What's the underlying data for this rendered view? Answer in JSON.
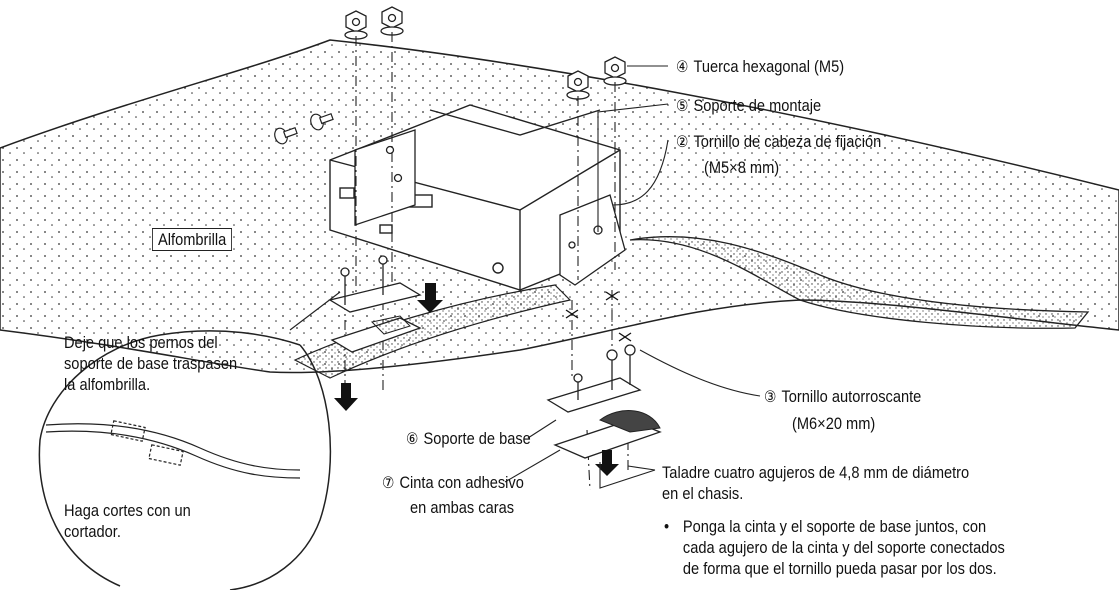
{
  "labels": {
    "carpet": "Alfombrilla",
    "hex_nut": {
      "num": "④",
      "text": "Tuerca hexagonal (M5)"
    },
    "mounting_bracket": {
      "num": "⑤",
      "text": "Soporte de montaje"
    },
    "flange_screw": {
      "num": "②",
      "text": "Tornillo de cabeza de fijación",
      "spec": "(M5×8 mm)"
    },
    "tapping_screw": {
      "num": "③",
      "text": "Tornillo autorroscante",
      "spec": "(M6×20 mm)"
    },
    "base_bracket": {
      "num": "⑥",
      "text": "Soporte de base"
    },
    "tape": {
      "num": "⑦",
      "text": "Cinta con adhesivo",
      "text2": "en ambas caras"
    }
  },
  "callout": {
    "lines": [
      "Deje que los pernos del",
      "soporte de base traspasen",
      "la alfombrilla."
    ],
    "cut_lines": [
      "Haga cortes con un",
      "cortador."
    ]
  },
  "drill_note": {
    "lines": [
      "Taladre cuatro agujeros de 4,8 mm de diámetro",
      "en el chasis."
    ],
    "bullet": "•",
    "bullet_lines": [
      "Ponga la cinta y el soporte de base juntos, con",
      "cada agujero de la cinta y del soporte conectados",
      "de forma que el tornillo pueda pasar por los dos."
    ]
  }
}
